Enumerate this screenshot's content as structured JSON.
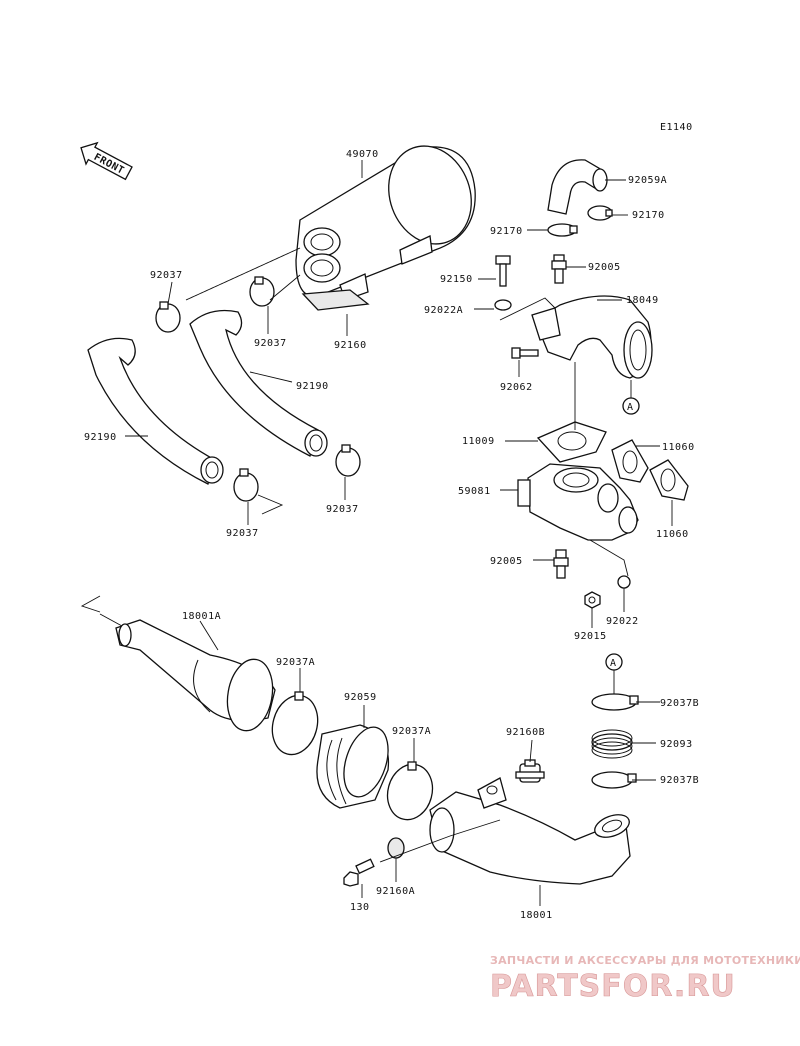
{
  "diagram_code": "E1140",
  "front_label": "FRONT",
  "reference_mark": "A",
  "parts": {
    "p49070": "49070",
    "p92059A": "92059A",
    "p92170_left": "92170",
    "p92170_right": "92170",
    "p92150": "92150",
    "p92005_top": "92005",
    "p92022A": "92022A",
    "p18049": "18049",
    "p92062": "92062",
    "p92037_a": "92037",
    "p92037_b": "92037",
    "p92037_c": "92037",
    "p92037_d": "92037",
    "p92160": "92160",
    "p92190_left": "92190",
    "p92190_right": "92190",
    "p11009": "11009",
    "p11060_a": "11060",
    "p11060_b": "11060",
    "p59081": "59081",
    "p92005_bottom": "92005",
    "p92015": "92015",
    "p92022": "92022",
    "p18001A": "18001A",
    "p92037A_a": "92037A",
    "p92037A_b": "92037A",
    "p92059": "92059",
    "p92160B": "92160B",
    "p92037B_a": "92037B",
    "p92093": "92093",
    "p92037B_b": "92037B",
    "p130": "130",
    "p92160A": "92160A",
    "p18001": "18001"
  },
  "watermark": {
    "tagline": "ЗАПЧАСТИ И АКСЕССУАРЫ ДЛЯ МОТОТЕХНИКИ",
    "logo": "PARTSFOR.RU"
  }
}
